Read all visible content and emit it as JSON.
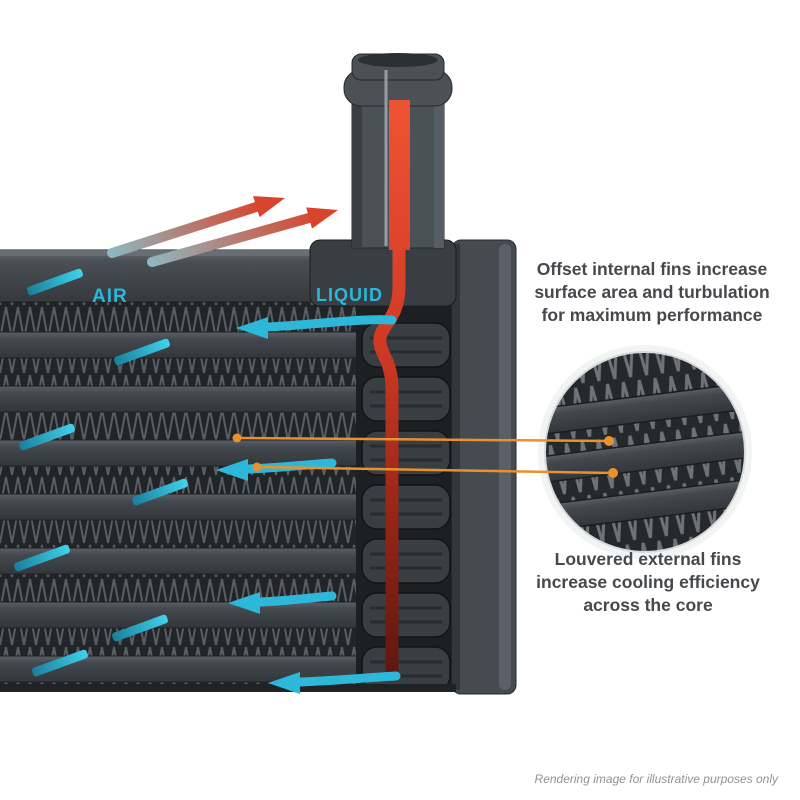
{
  "labels": {
    "air": "AIR",
    "liquid": "LIQUID"
  },
  "annotations": {
    "internal_fins": "Offset internal fins increase\nsurface area and turbulation\nfor maximum performance",
    "external_fins": "Louvered external fins\nincrease cooling efficiency\nacross the core"
  },
  "footer": {
    "disclaimer": "Rendering image for illustrative purposes only"
  },
  "colors": {
    "air_cyan": "#2bb7da",
    "liquid_red": "#d8402a",
    "callout_orange": "#e8912d",
    "text": "#45494d",
    "footer_gray": "#8f9296"
  }
}
